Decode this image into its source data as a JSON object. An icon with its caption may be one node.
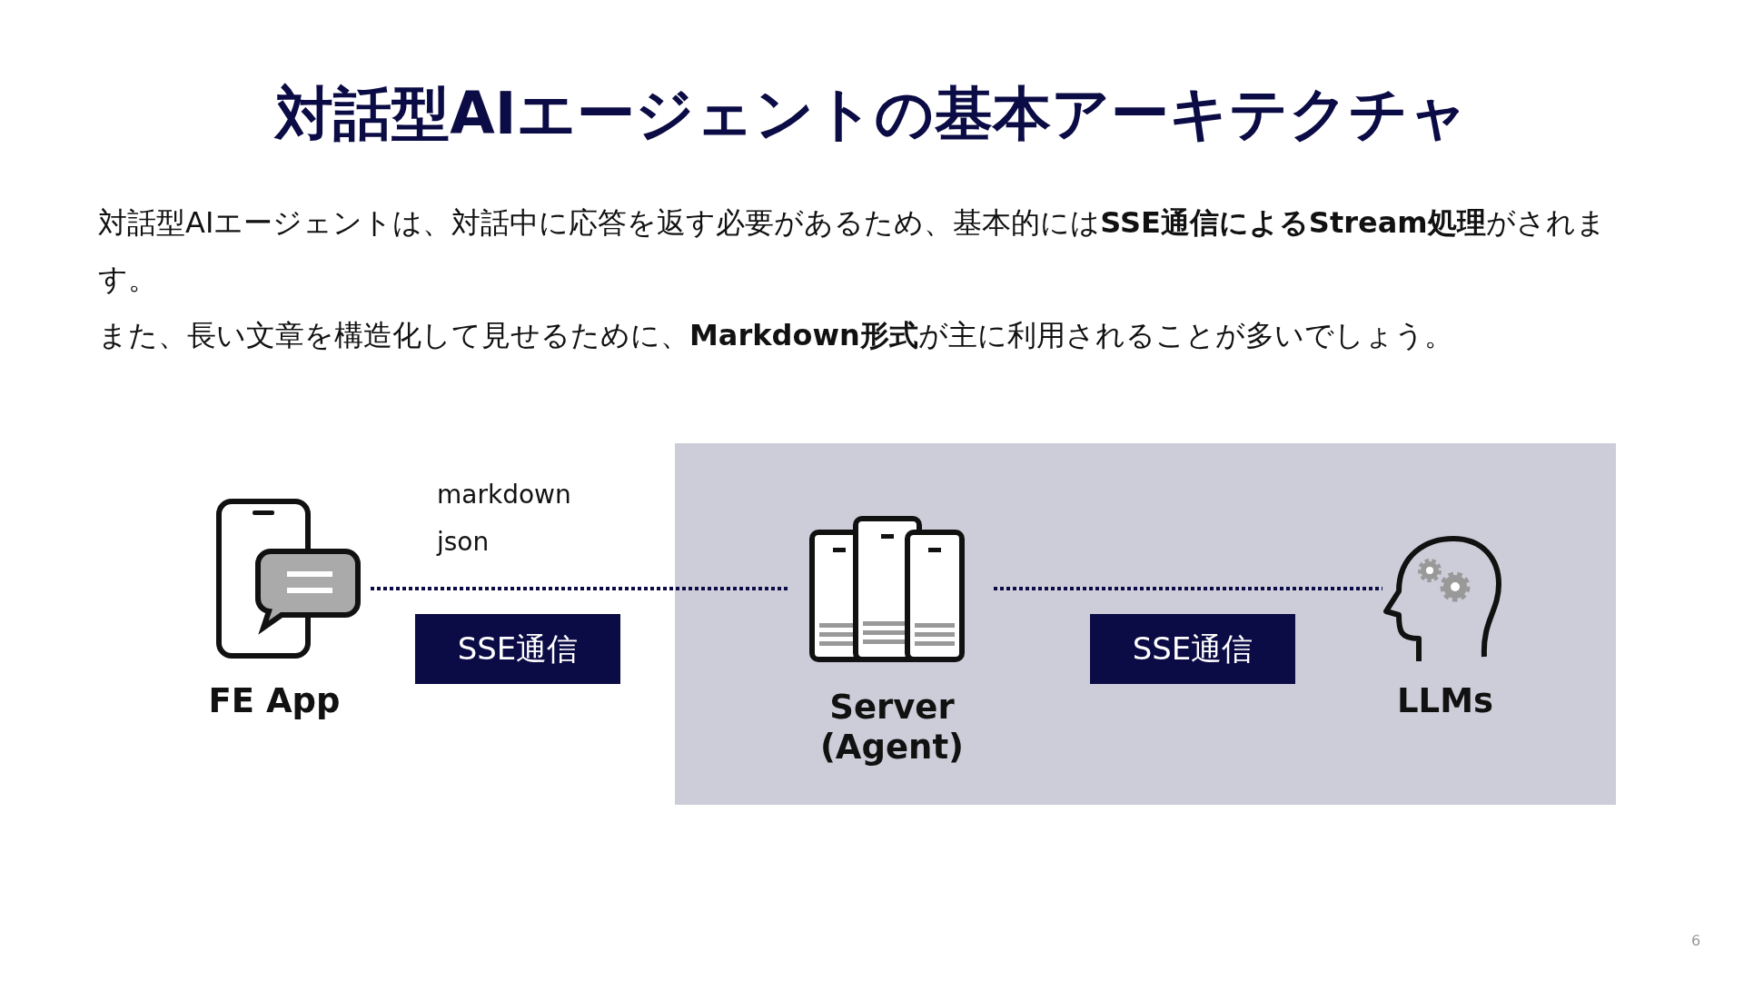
{
  "diagram": {
    "title": "対話型AIエージェントの基本アーキテクチャ",
    "nodes": [
      {
        "text": [
          "FE App"
        ]
      },
      {
        "text": [],
        "shape": "box"
      },
      {
        "text": [
          "Server (Agent)"
        ],
        "in": 1
      },
      {
        "text": [
          "LLMs"
        ],
        "in": 1
      }
    ],
    "edges": [
      {
        "from": 0,
        "to": 2,
        "arrow": "none",
        "style": "dashed",
        "label": "SSE通信"
      },
      {
        "from": 2,
        "to": 3,
        "arrow": "none",
        "style": "dashed",
        "label": "SSE通信"
      }
    ],
    "labels": [
      "対話型AIエージェントは、対話中に応答を返す必要があるため、基本的には**SSE通信によるStream処理**がされます。",
      "また、長い文章を構造化して見せるために、**Markdown形式**が主に利用されることが多いでしょう。",
      "markdown",
      "json",
      "6"
    ]
  }
}
